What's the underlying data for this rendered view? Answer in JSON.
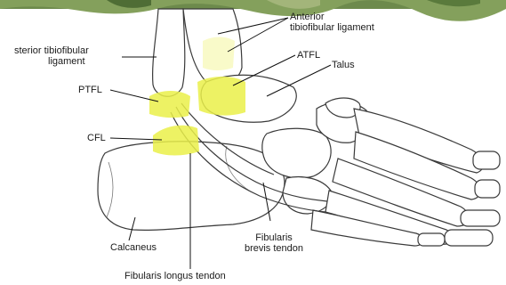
{
  "labels": {
    "anterior_tibiofibular_ligament": [
      "Anterior",
      "tibiofibular ligament"
    ],
    "posterior_tibiofibular_ligament": [
      "sterior tibiofibular",
      "ligament"
    ],
    "atfl": "ATFL",
    "talus": "Talus",
    "ptfl": "PTFL",
    "cfl": "CFL",
    "calcaneus": "Calcaneus",
    "fibularis_brevis_tendon": [
      "Fibularis",
      "brevis tendon"
    ],
    "fibularis_longus_tendon": "Fibularis longus tendon"
  },
  "colors": {
    "ligament_highlight": "#eaf04a",
    "bone_outline": "#3a3a3a",
    "leader_line": "#111111",
    "background_foliage": "#6d8a4c"
  }
}
